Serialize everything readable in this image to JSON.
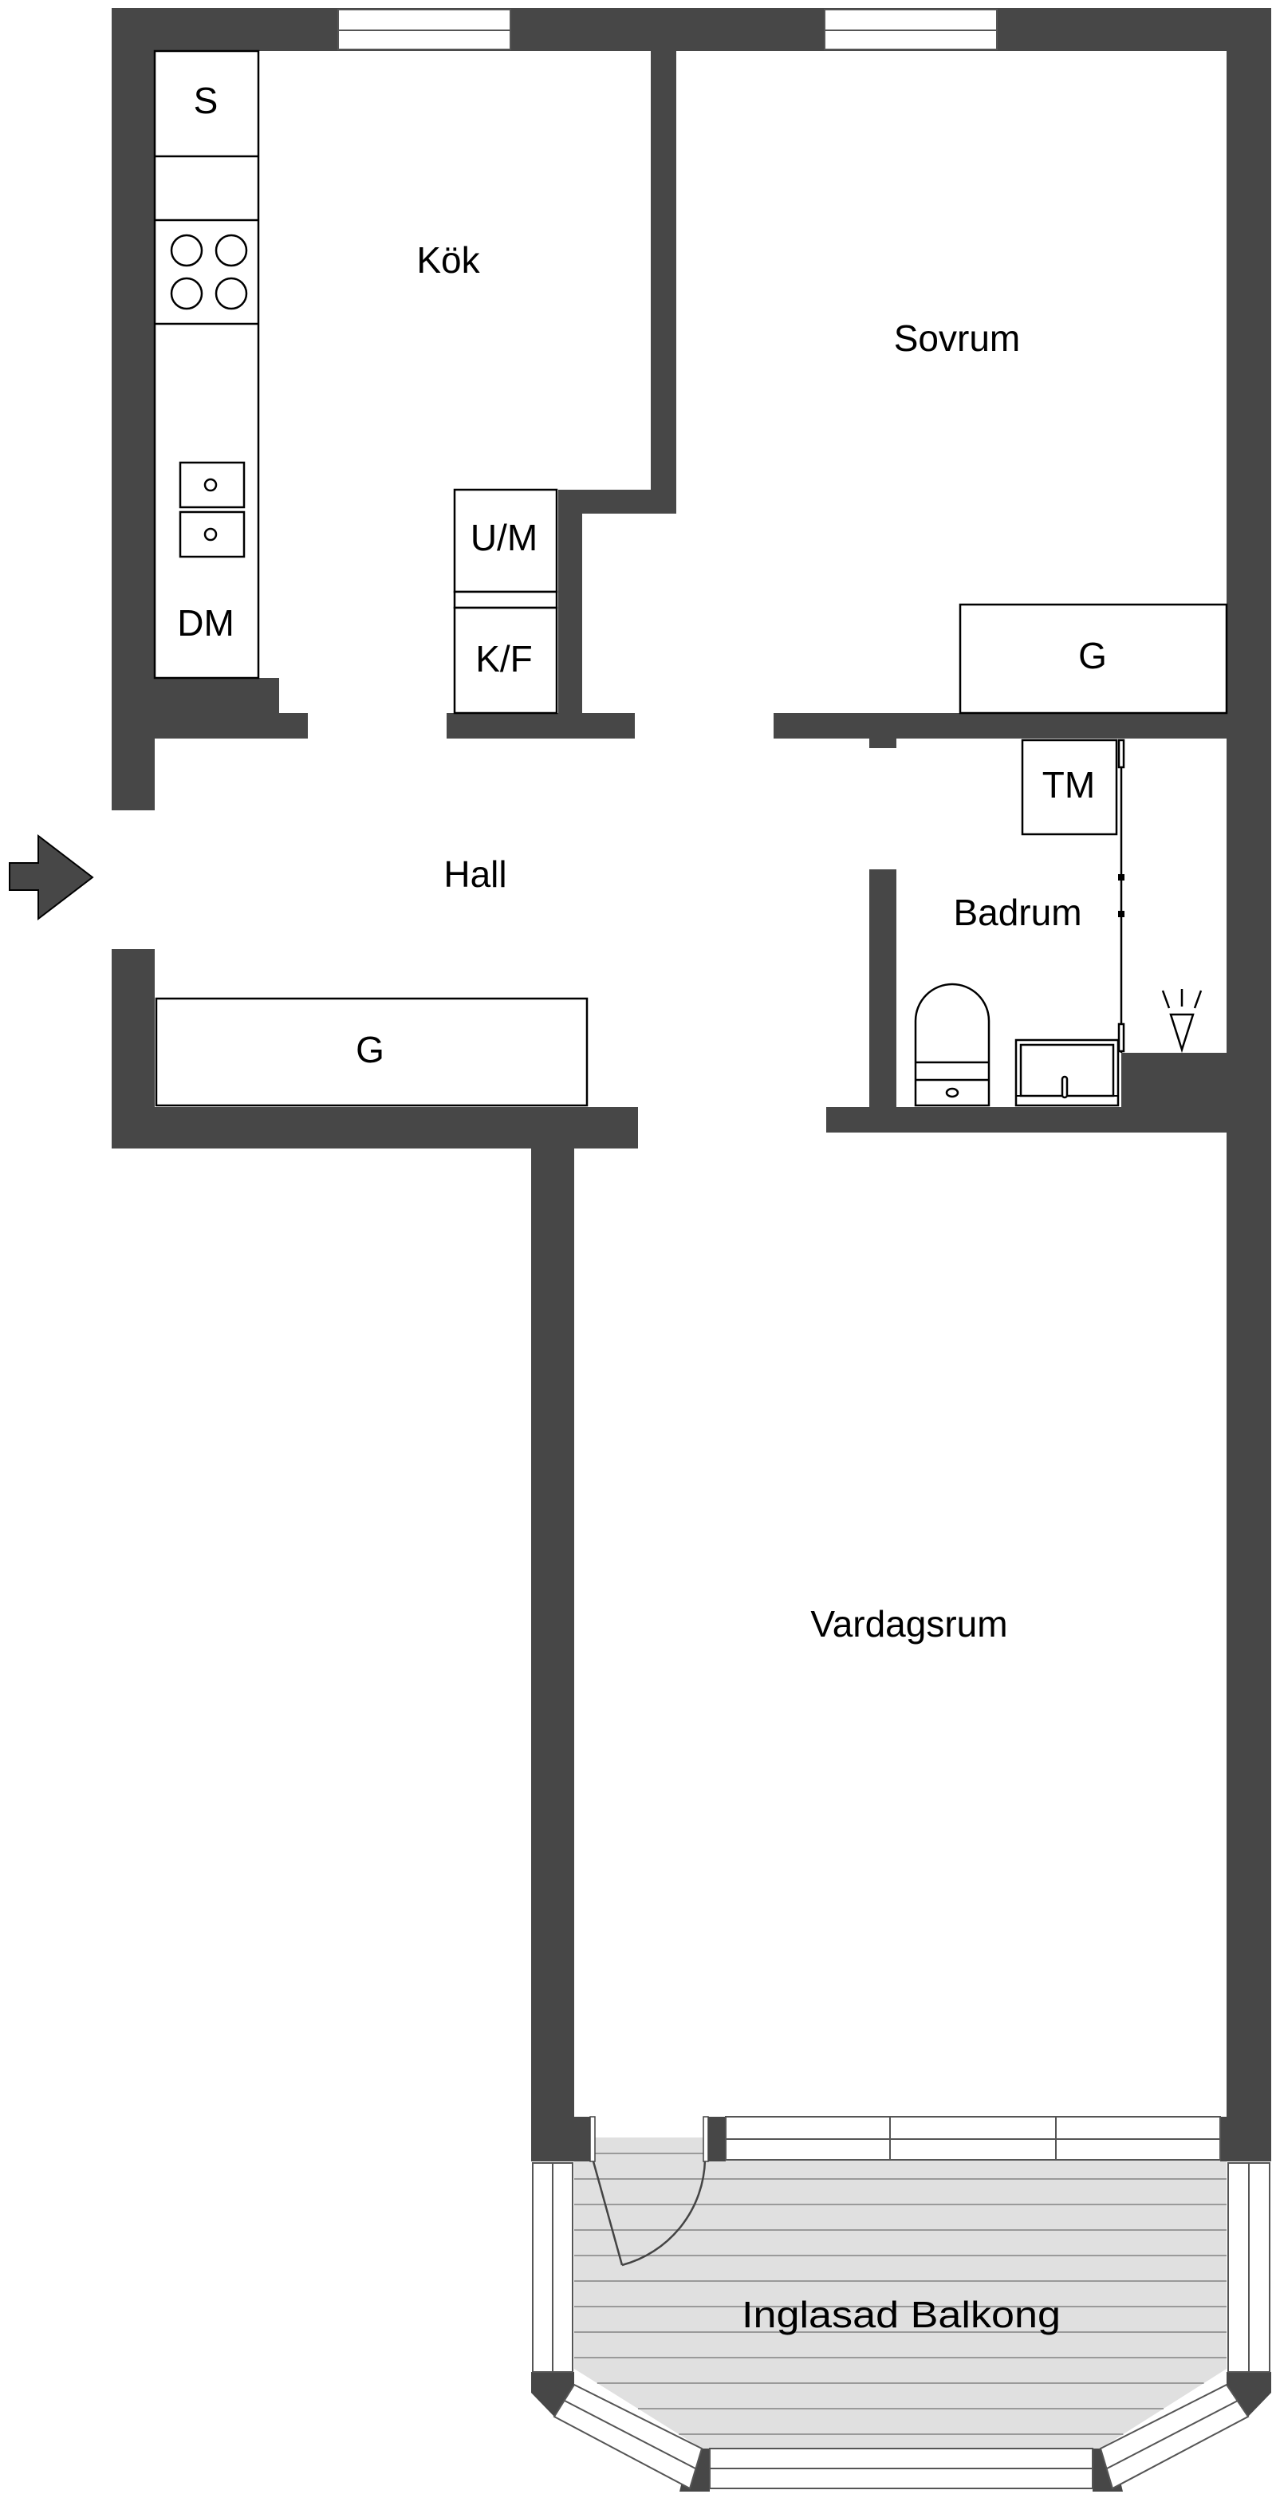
{
  "rooms": {
    "kitchen": "Kök",
    "bedroom": "Sovrum",
    "hall": "Hall",
    "bathroom": "Badrum",
    "living_room": "Vardagsrum",
    "balcony": "Inglasad Balkong"
  },
  "fixtures": {
    "stove_cabinet": "S",
    "dishwasher": "DM",
    "oven_microwave": "U/M",
    "fridge_freezer": "K/F",
    "wardrobe_bedroom": "G",
    "wardrobe_hall": "G",
    "washing_machine": "TM"
  },
  "colors": {
    "wall": "#474747",
    "balcony_floor": "#e0e0e0"
  }
}
